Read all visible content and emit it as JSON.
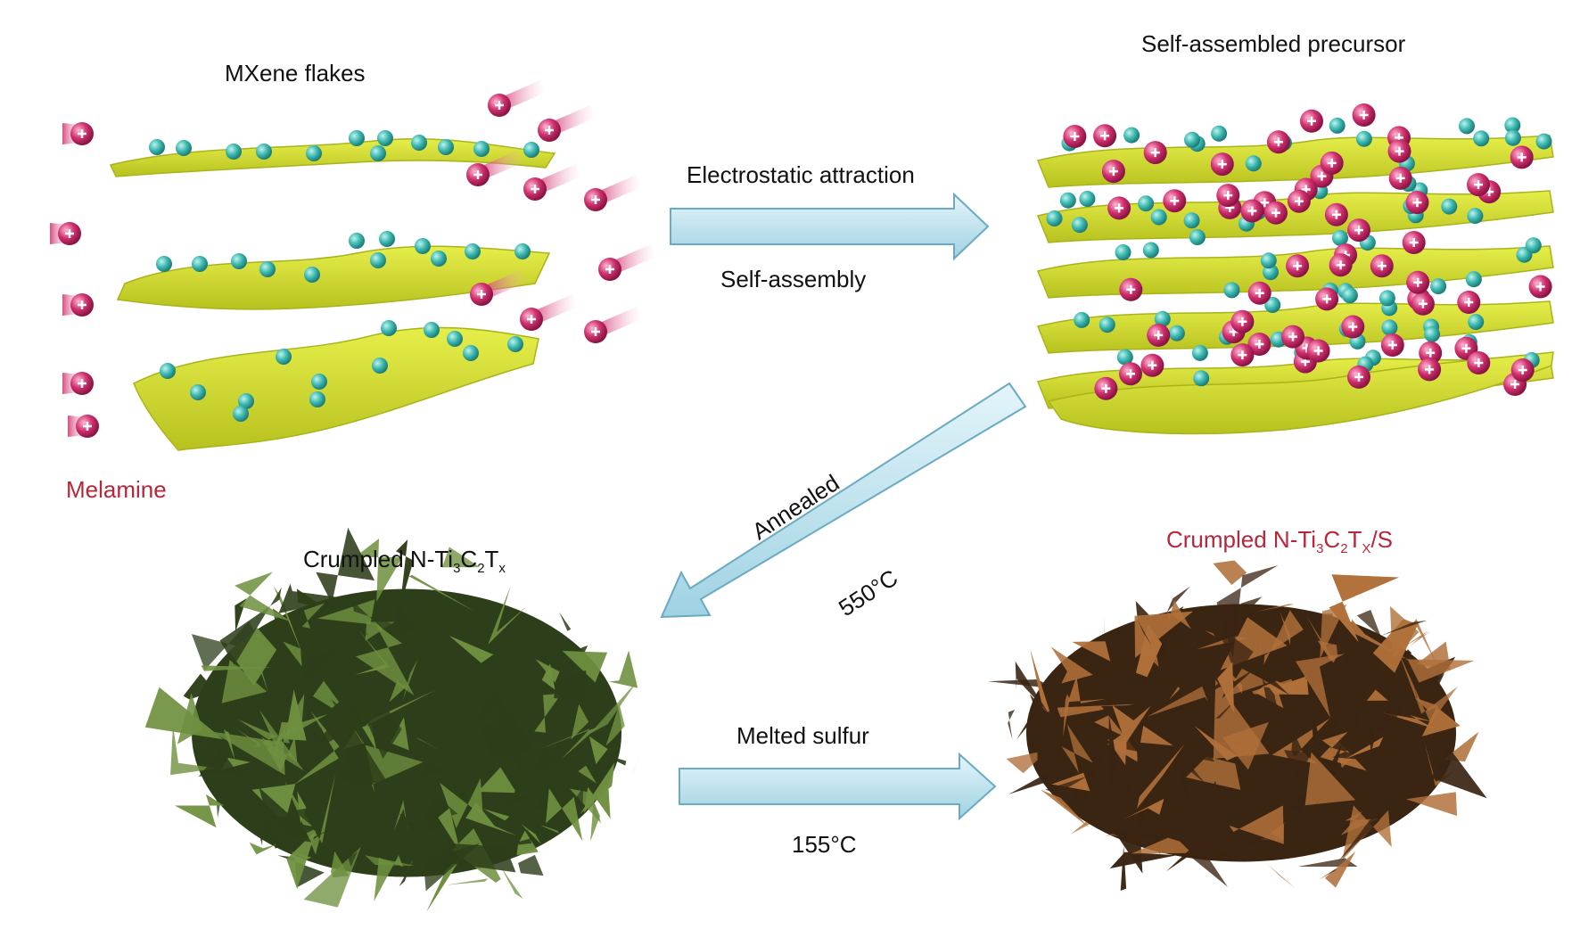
{
  "labels": {
    "mxene_flakes": "MXene flakes",
    "melamine": "Melamine",
    "self_assembled_precursor": "Self-assembled precursor",
    "electrostatic_attraction": "Electrostatic attraction",
    "self_assembly": "Self-assembly",
    "annealed": "Annealed",
    "anneal_temp": "550°C",
    "melted_sulfur": "Melted sulfur",
    "sulfur_temp": "155°C",
    "crumpled_prefix": "Crumpled N-Ti",
    "crumpled_s_prefix": "Crumpled N-Ti",
    "sub_3": "3",
    "c": "C",
    "sub_2": "2",
    "t": "T",
    "sub_x": "x",
    "sub_x2": "X",
    "slash_s": "/S"
  },
  "colors": {
    "flake": "#d4e02a",
    "flake_edge": "#a8b41a",
    "cyan_ball": "#3cb8b0",
    "melamine": "#d0306e",
    "arrow_fill": "#bfe3ee",
    "arrow_edge": "#6aaac2",
    "crumpled_green": "#6a8a3a",
    "crumpled_dark_green": "#2d3e1a",
    "crumpled_brown": "#b0703a",
    "crumpled_dark_brown": "#3a2412",
    "label_red": "#b5273a"
  },
  "icons": [
    "mxene-flake-icon",
    "melamine-molecule-icon",
    "process-arrow-icon",
    "crumpled-sheet-icon"
  ]
}
